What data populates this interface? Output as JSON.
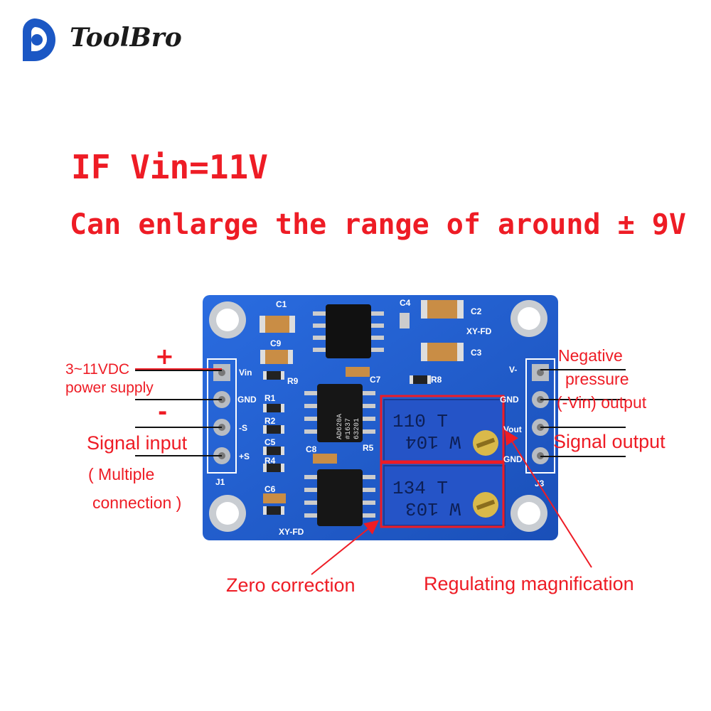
{
  "brand": {
    "name": "ToolBro",
    "color": "#1b57c4"
  },
  "headline": {
    "line1": "IF Vin=11V",
    "line2": "Can enlarge the range of around ± 9V",
    "color": "#ee1c25"
  },
  "board": {
    "color": "#1f5fd6",
    "silkscreen": {
      "c1": "C1",
      "c2": "C2",
      "c3": "C3",
      "c4": "C4",
      "c5": "C5",
      "c6": "C6",
      "c7": "C7",
      "c8": "C8",
      "c9": "C9",
      "r1": "R1",
      "r2": "R2",
      "r4": "R4",
      "r5": "R5",
      "r8": "R8",
      "r9": "R9",
      "model_top": "XY-FD",
      "model_bottom": "XY-FD",
      "pin_vin": "Vin",
      "pin_gnd": "GND",
      "pin_neg_s": "-S",
      "pin_pos_s": "+S",
      "j1": "J1",
      "pin_vminus": "V-",
      "pin_gnd_right": "GND",
      "pin_vout": "Vout",
      "pin_gnd2": "GND",
      "j3": "J3",
      "ic_line1": "AD620A",
      "ic_line2": "#1637",
      "ic_line3": "63201",
      "pot1_line1": "110 T",
      "pot1_line2": "W 104",
      "pot2_line1": "134 T",
      "pot2_line2": "W 103"
    }
  },
  "labels": {
    "plus": "+",
    "minus": "-",
    "supply_line1": "3~11VDC",
    "supply_line2": "power supply",
    "signal_input": "Signal input",
    "multiple_line1": "( Multiple",
    "multiple_line2": "connection )",
    "negative_line1": "Negative",
    "negative_line2": "pressure",
    "negative_line3": "(-Vin) output",
    "signal_output": "Signal output",
    "zero_correction": "Zero correction",
    "regulating_magnification": "Regulating magnification"
  }
}
